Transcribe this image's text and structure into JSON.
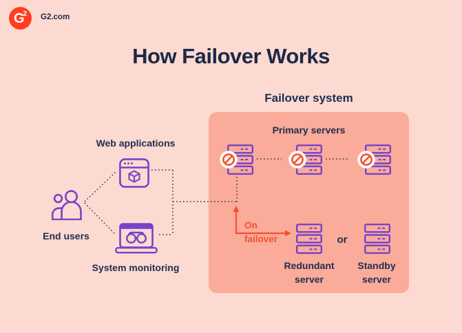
{
  "header": {
    "logo_g": "G",
    "logo_2": "2",
    "brand_label": "G2.com"
  },
  "title": "How Failover Works",
  "diagram": {
    "failover_heading": "Failover system",
    "primary_servers_label": "Primary servers",
    "on_failover_label": "On failover",
    "redundant_server_label": "Redundant server",
    "or_label": "or",
    "standby_server_label": "Standby server",
    "web_applications_label": "Web applications",
    "end_users_label": "End users",
    "system_monitoring_label": "System monitoring"
  },
  "icons": {
    "g2-logo-icon": "red circle with white G2 monogram",
    "users-icon": "two person outlines",
    "web-app-icon": "browser window containing 3D cube",
    "monitoring-laptop-icon": "laptop with binoculars gauge on screen",
    "server-rack-icon": "stack of three server units",
    "offline-badge-icon": "white circle with orange no-entry slash",
    "failover-arrow-icon": "orange elbow arrow pointing up and right",
    "dotted-connector": "dark dotted connecting line"
  },
  "colors": {
    "background": "#FCDAD1",
    "panel": "#FAAB9A",
    "purple": "#7444C8",
    "navy": "#212E4F",
    "accent_orange": "#F4502C",
    "logo_red": "#FF3D1F",
    "dotted_line": "#4A4148"
  }
}
